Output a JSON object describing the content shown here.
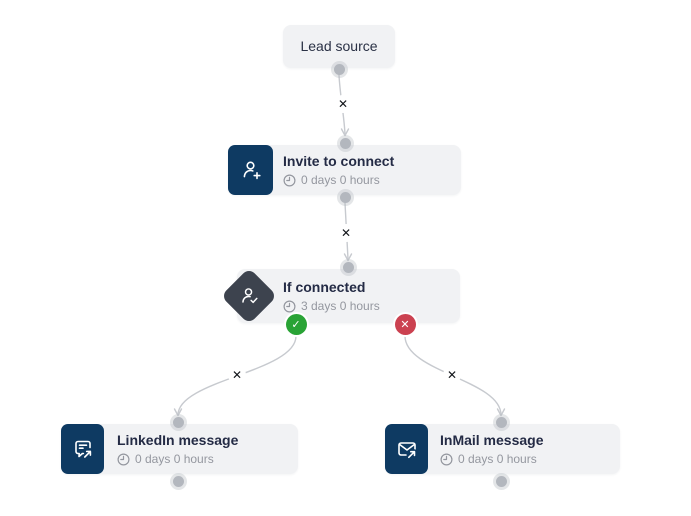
{
  "colors": {
    "accent_navy": "#0e3a62",
    "diamond_slate": "#3d434e",
    "node_bg": "#f1f2f4",
    "title_text": "#242b45",
    "delay_text": "#94979f",
    "wire": "#c7cacf",
    "dot": "#b3b7be",
    "success_green": "#29a335",
    "danger_red": "#cb4150"
  },
  "workflow": {
    "nodes": [
      {
        "id": "lead-source",
        "title": "Lead source"
      },
      {
        "id": "invite-to-connect",
        "title": "Invite to connect",
        "delay": "0 days 0 hours"
      },
      {
        "id": "if-connected",
        "title": "If connected",
        "delay": "3 days 0 hours"
      },
      {
        "id": "linkedin-message",
        "title": "LinkedIn message",
        "delay": "0 days 0 hours"
      },
      {
        "id": "inmail-message",
        "title": "InMail message",
        "delay": "0 days 0 hours"
      }
    ],
    "remove_connector_glyph": "✕",
    "condition_yes_glyph": "✓",
    "condition_no_glyph": "✕"
  }
}
